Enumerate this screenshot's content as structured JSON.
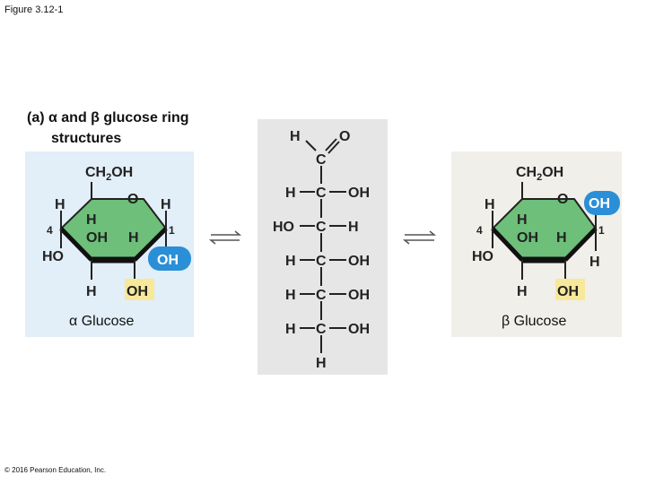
{
  "figure_label": "Figure 3.12-1",
  "caption": {
    "line1": "(a) α and β glucose ring",
    "line2": "structures"
  },
  "copyright": "© 2016 Pearson Education, Inc.",
  "alpha": {
    "name": "α Glucose",
    "ch2oh": "CH",
    "ch2oh_sub": "2",
    "ch2oh_tail": "OH",
    "ring_o": "O",
    "c5_h": "H",
    "c1_h": "H",
    "c4_label": "4",
    "c1_label": "1",
    "c4_h": "H",
    "c4_oh": "OH",
    "c4_h2": "H",
    "c4_ho": "HO",
    "c1_oh": "OH",
    "c3_h": "H",
    "c2_oh": "OH",
    "colors": {
      "ring": "#6dbf7a",
      "oh_highlight": "#2a8fd6",
      "oh2_highlight": "#f7e89a"
    }
  },
  "beta": {
    "name": "β Glucose",
    "ch2oh": "CH",
    "ch2oh_sub": "2",
    "ch2oh_tail": "OH",
    "ring_o": "O",
    "c5_h": "H",
    "c1_oh": "OH",
    "c4_label": "4",
    "c1_label": "1",
    "c4_h": "H",
    "c4_oh": "OH",
    "c4_h2": "H",
    "c4_ho": "HO",
    "c1_h": "H",
    "c3_h": "H",
    "c2_oh": "OH",
    "colors": {
      "ring": "#6dbf7a",
      "oh_highlight": "#2a8fd6",
      "oh2_highlight": "#f7e89a"
    }
  },
  "linear": {
    "top_h": "H",
    "top_o": "O",
    "c": "C",
    "rows": [
      {
        "left": "H",
        "right": "OH"
      },
      {
        "left": "HO",
        "right": "H"
      },
      {
        "left": "H",
        "right": "OH"
      },
      {
        "left": "H",
        "right": "OH"
      },
      {
        "left": "H",
        "right": "OH"
      }
    ],
    "bottom_h": "H"
  }
}
